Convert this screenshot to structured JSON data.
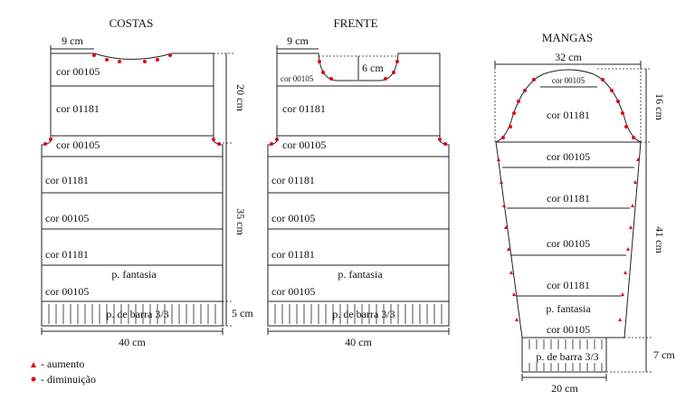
{
  "costas": {
    "title": "COSTAS",
    "top_width": "9 cm",
    "height_top": "20 cm",
    "height_mid": "35 cm",
    "height_rib": "5 cm",
    "bottom_width": "40 cm",
    "rows": [
      "cor 00105",
      "cor 01181",
      "cor 00105",
      "cor 01181",
      "cor 00105",
      "cor 01181",
      "p. fantasia",
      "cor 00105",
      "p. de barra 3/3"
    ]
  },
  "frente": {
    "title": "FRENTE",
    "top_width": "9 cm",
    "neck_depth": "6 cm",
    "bottom_width": "40 cm",
    "rows": [
      "cor 00105",
      "cor 01181",
      "cor 00105",
      "cor 01181",
      "cor 00105",
      "cor 01181",
      "p. fantasia",
      "cor 00105",
      "p. de barra 3/3"
    ]
  },
  "mangas": {
    "title": "MANGAS",
    "top_width": "32 cm",
    "height_cap": "16 cm",
    "height_body": "41 cm",
    "height_rib": "7 cm",
    "bottom_width": "20 cm",
    "rows": [
      "cor 00105",
      "cor 01181",
      "cor 00105",
      "cor 01181",
      "cor 00105",
      "cor 01181",
      "p. fantasia",
      "cor 00105",
      "p. de barra 3/3"
    ]
  },
  "legend": {
    "increase": "- aumento",
    "decrease": "- diminuição",
    "increase_color": "#e0001b",
    "decrease_color": "#e0001b"
  }
}
